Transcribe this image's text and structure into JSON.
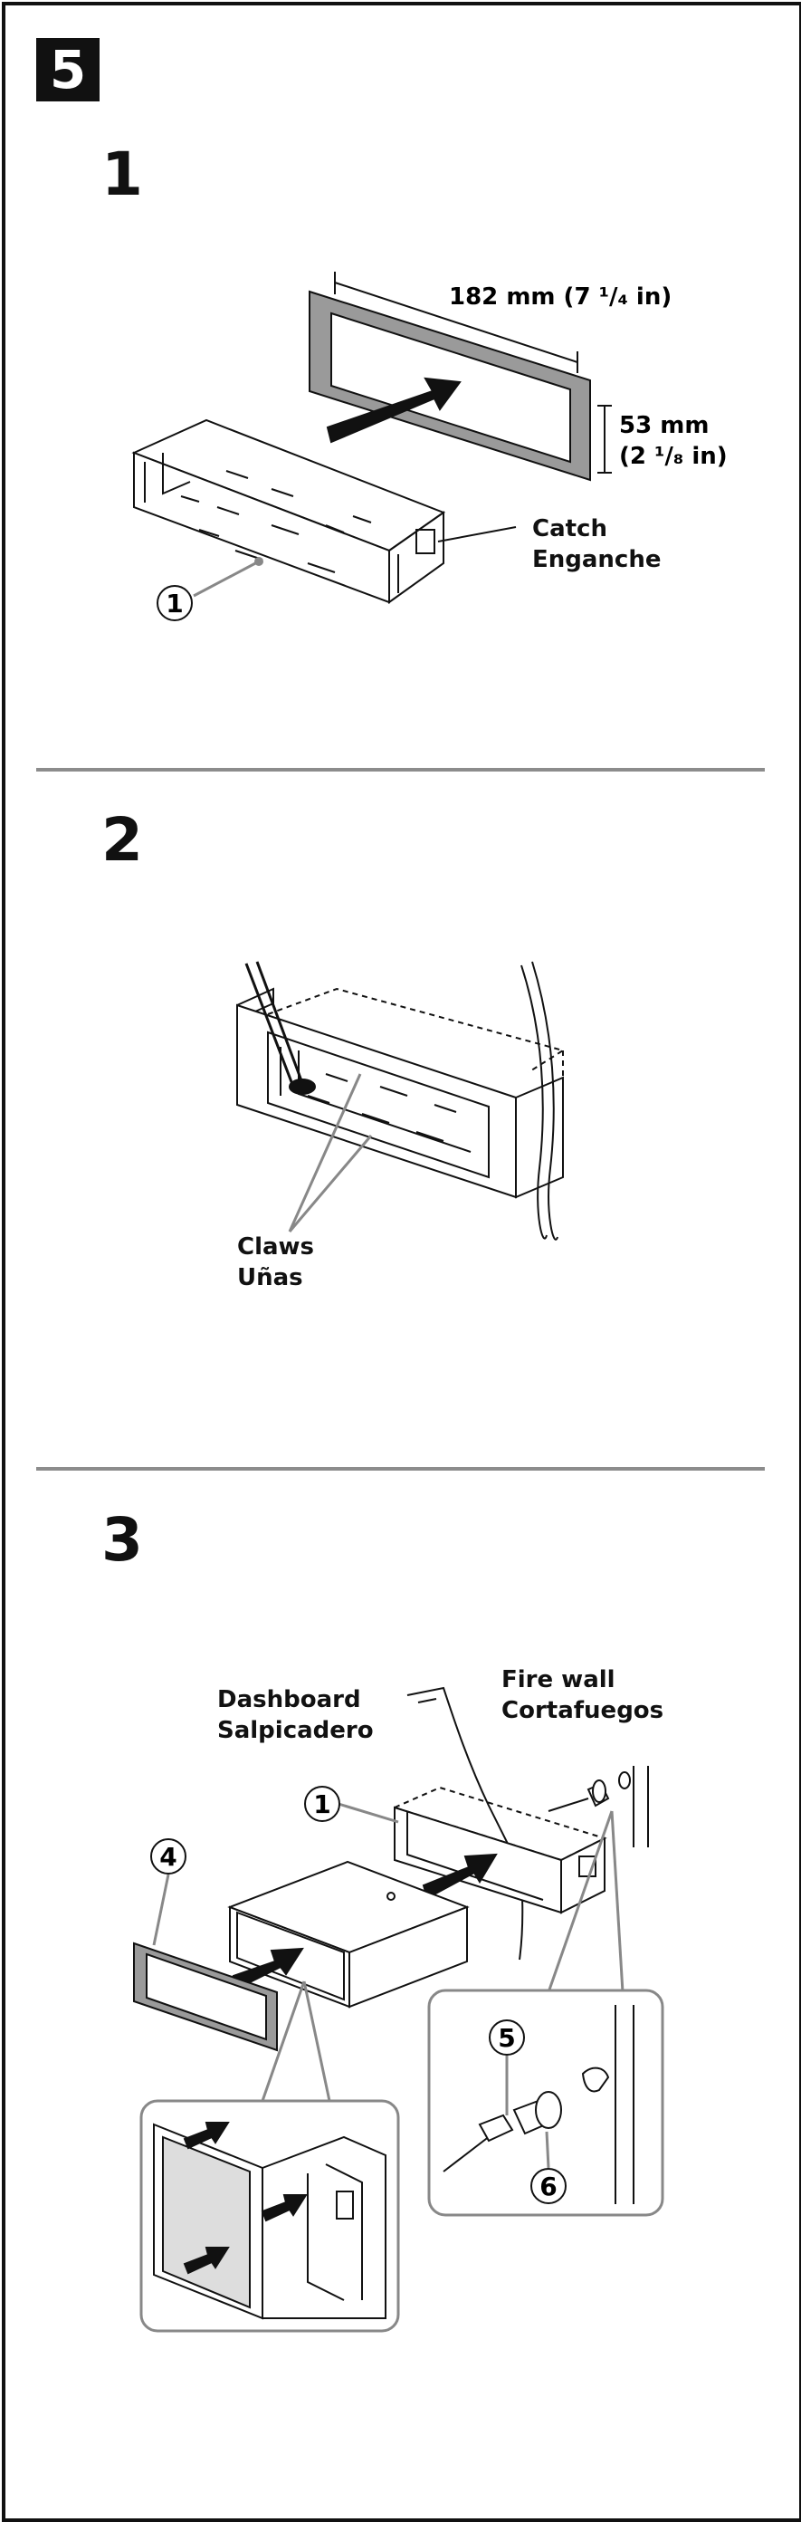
{
  "section_number": "5",
  "steps": [
    {
      "number": "1",
      "dimensions": {
        "width": "182 mm (7 ¹/₄ in)",
        "height_line1": "53 mm",
        "height_line2": "(2 ¹/₈ in)"
      },
      "labels": {
        "catch_en": "Catch",
        "catch_es": "Enganche"
      },
      "callouts": [
        "1"
      ]
    },
    {
      "number": "2",
      "labels": {
        "claws_en": "Claws",
        "claws_es": "Uñas"
      }
    },
    {
      "number": "3",
      "labels": {
        "dashboard_en": "Dashboard",
        "dashboard_es": "Salpicadero",
        "firewall_en": "Fire wall",
        "firewall_es": "Cortafuegos"
      },
      "callouts": [
        "1",
        "4",
        "5",
        "6"
      ]
    }
  ]
}
